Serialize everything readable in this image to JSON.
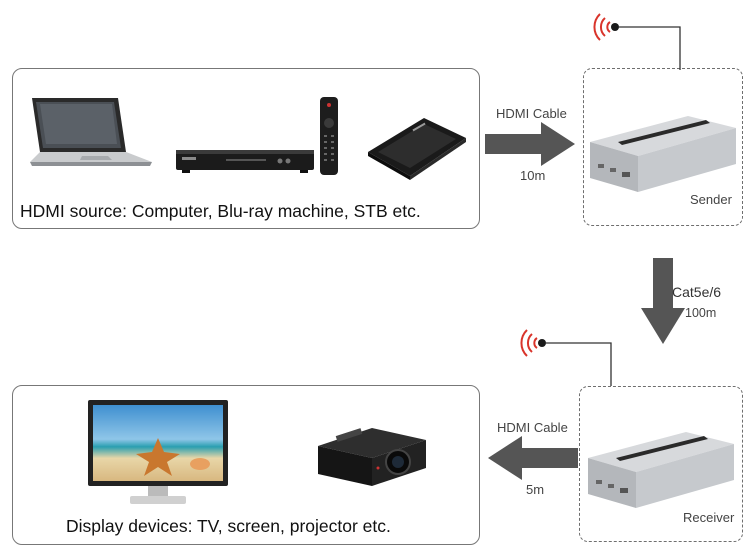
{
  "source_panel": {
    "caption": "HDMI source: Computer, Blu-ray machine, STB etc."
  },
  "display_panel": {
    "caption": "Display devices: TV, screen, projector etc."
  },
  "sender": {
    "label": "Sender",
    "input_cable_label": "HDMI Cable",
    "input_cable_length": "10m"
  },
  "link": {
    "cable_label": "Cat5e/6",
    "cable_length": "100m"
  },
  "receiver": {
    "label": "Receiver",
    "output_cable_label": "HDMI Cable",
    "output_cable_length": "5m"
  },
  "icons": {
    "laptop": "laptop-icon",
    "bluray": "bluray-player-icon",
    "remote": "remote-control-icon",
    "stb": "set-top-box-icon",
    "tv": "tv-monitor-icon",
    "projector": "projector-icon",
    "ir_sensor": "ir-sensor-icon",
    "extender": "hdmi-extender-box-icon"
  },
  "colors": {
    "arrow": "#555555",
    "ir_wave": "#d9342b",
    "panel_border": "#777777"
  }
}
